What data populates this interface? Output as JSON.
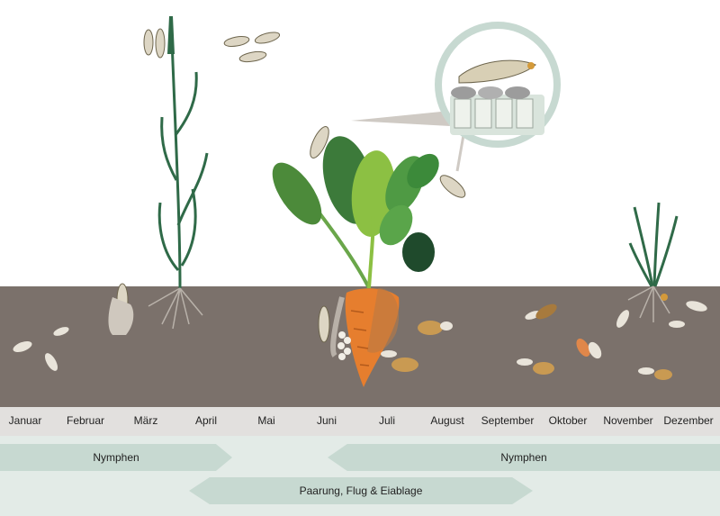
{
  "months": [
    "Januar",
    "Februar",
    "März",
    "April",
    "Mai",
    "Juni",
    "Juli",
    "August",
    "September",
    "Oktober",
    "November",
    "Dezember"
  ],
  "phases": {
    "nymphs_early": "Nymphen",
    "nymphs_late": "Nymphen",
    "mating": "Paarung, Flug & Eiablage"
  },
  "colors": {
    "soil": "#7b716b",
    "sky": "#ffffff",
    "month_bar": "#e2e0de",
    "phase_bar": "#c7d9d1",
    "phase_background": "#e3ebe7",
    "plant_green": "#2f6a48",
    "carrot": "#e67e2e"
  },
  "icons": [
    "wheat-plant-icon",
    "sugar-beet-plant-icon",
    "grass-tuft-icon",
    "adult-planthopper-icon",
    "nymph-icon",
    "magnifier-inset-icon"
  ]
}
